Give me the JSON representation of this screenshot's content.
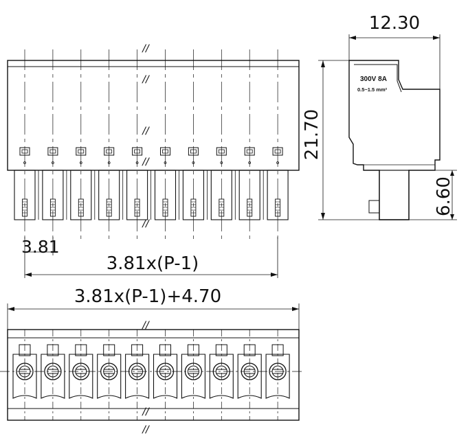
{
  "dimensions": {
    "side_width": "12.30",
    "side_height": "21.70",
    "side_lower": "6.60",
    "pitch": "3.81",
    "pitch_span": "3.81x(P-1)",
    "total_length": "3.81x(P-1)+4.70"
  },
  "side_label": {
    "rating": "300V 8A",
    "wire_range": "0.5~1.5 mm²"
  },
  "break_mark": "//",
  "pin_count": 10,
  "colors": {
    "line": "#111111",
    "background": "#ffffff"
  }
}
